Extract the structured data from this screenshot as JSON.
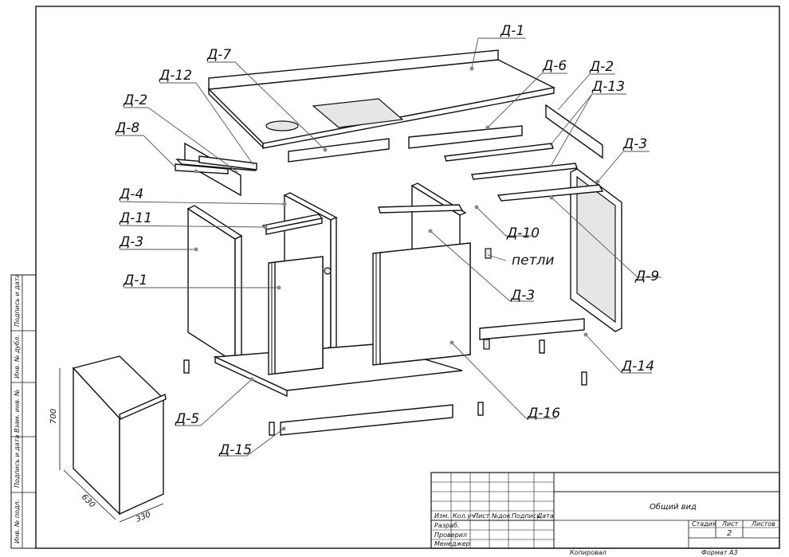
{
  "callouts": {
    "d1_top": "Д-1",
    "d7": "Д-7",
    "d6": "Д-6",
    "d2_right": "Д-2",
    "d13": "Д-13",
    "d12": "Д-12",
    "d2_left": "Д-2",
    "d8": "Д-8",
    "d3_right": "Д-3",
    "d4": "Д-4",
    "d11": "Д-11",
    "d3_left": "Д-3",
    "d1_left": "Д-1",
    "d10": "Д-10",
    "hinges": "петли",
    "d9": "Д-9",
    "d3_mid": "Д-3",
    "d14": "Д-14",
    "d16": "Д-16",
    "d5": "Д-5",
    "d15": "Д-15"
  },
  "dimensions": {
    "height": "700",
    "depth": "630",
    "width": "330"
  },
  "side_stamp": [
    "Подпись и дата",
    "Инв. № дубл.",
    "Взам. инв. №",
    "Подпись и дата",
    "Инв. № подл."
  ],
  "title_block": {
    "headers": [
      "Изм.",
      "Кол.уч",
      "Лист",
      "№док",
      "Подпись",
      "Дата"
    ],
    "rows": [
      "Разраб.",
      "Проверил",
      "Менеджер"
    ],
    "doc_title": "Общий вид",
    "stage_label": "Стадия",
    "sheet_label": "Лист",
    "sheets_label": "Листов",
    "sheet_number": "2"
  },
  "footer": {
    "copied": "Копировал",
    "format": "Формат  А3"
  }
}
